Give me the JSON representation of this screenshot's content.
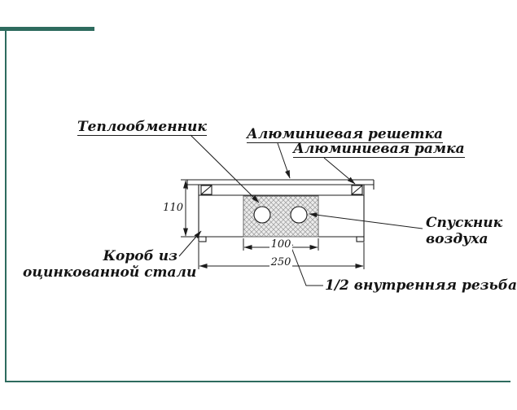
{
  "colors": {
    "accent": "#2e6b5e",
    "line": "#1c1c1c",
    "background": "#ffffff"
  },
  "callouts": {
    "heat_exchanger": {
      "label": "Теплообменник"
    },
    "aluminum_grille": {
      "label": "Алюминиевая решетка"
    },
    "aluminum_frame": {
      "label": "Алюминиевая рамка"
    },
    "air_vent": {
      "line1": "Спускник",
      "line2": "воздуха"
    },
    "steel_box": {
      "line1": "Короб из",
      "line2": "оцинкованной стали"
    },
    "thread": {
      "label": "1/2 внутренняя резьба"
    }
  },
  "dimensions": {
    "height_mm": "110",
    "exchanger_width_mm": "100",
    "box_width_mm": "250"
  }
}
